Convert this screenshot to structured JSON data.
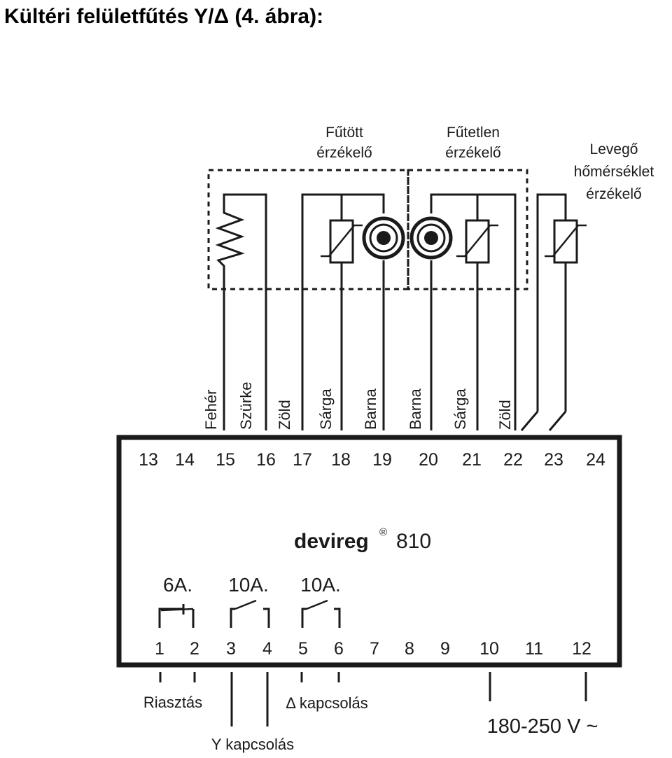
{
  "title": "Kültéri felületfűtés Y/Δ  (4. ábra):",
  "sensors": {
    "heated": [
      "Fűtött",
      "érzékelő"
    ],
    "unheated": [
      "Fűtetlen",
      "érzékelő"
    ],
    "air": [
      "Levegő",
      "hőmérséklet",
      "érzékelő"
    ]
  },
  "wire_colors": [
    "Fehér",
    "Szürke",
    "Zöld",
    "Sárga",
    "Barna",
    "Barna",
    "Sárga",
    "Zöld"
  ],
  "terminals_top": [
    "13",
    "14",
    "15",
    "16",
    "17",
    "18",
    "19",
    "20",
    "21",
    "22",
    "23",
    "24"
  ],
  "terminals_bottom": [
    "1",
    "2",
    "3",
    "4",
    "5",
    "6",
    "7",
    "8",
    "9",
    "10",
    "11",
    "12"
  ],
  "device": {
    "brand": "devireg",
    "registered": "®",
    "model": "810"
  },
  "relay_ratings": [
    "6A.",
    "10A.",
    "10A."
  ],
  "labels": {
    "alarm": "Riasztás",
    "delta": "Δ kapcsolás",
    "star": "Y kapcsolás",
    "supply": "180-250 V ~"
  }
}
